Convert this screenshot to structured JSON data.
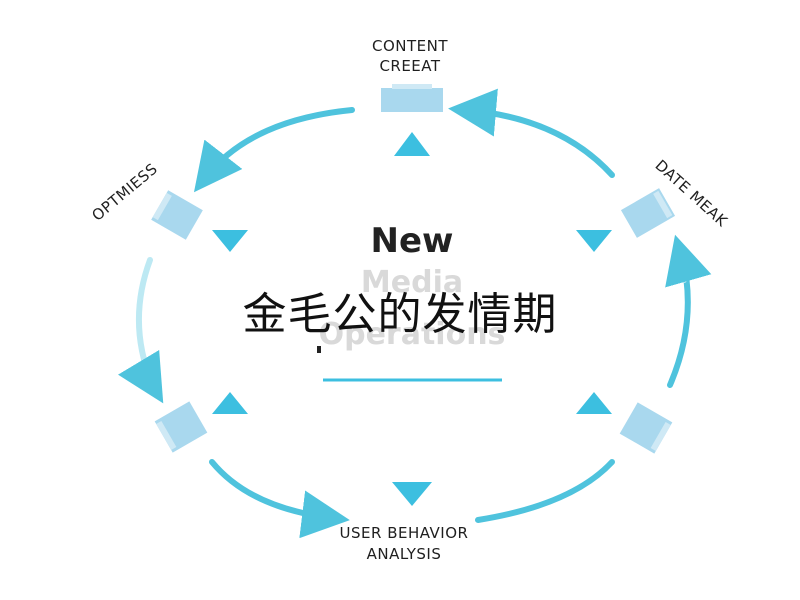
{
  "diagram": {
    "nodes": {
      "top": {
        "line1": "CONTENT",
        "line2": "CREEAT"
      },
      "right": {
        "label": "DATE MEAK"
      },
      "left": {
        "label": "OPTMIESS"
      },
      "bottom": {
        "line1": "USER BEHAVIOR",
        "line2": "ANALYSIS"
      }
    },
    "center": {
      "line1": "New",
      "line2": "Media",
      "line3": "Operations"
    },
    "overlay_text": "金毛公的发情期",
    "colors": {
      "arc": "#4fc3dd",
      "arc_light": "#bde9f3",
      "card": "#a9d8ee",
      "triangle": "#3cbfe0",
      "center_line": "#3cbfe0"
    }
  }
}
